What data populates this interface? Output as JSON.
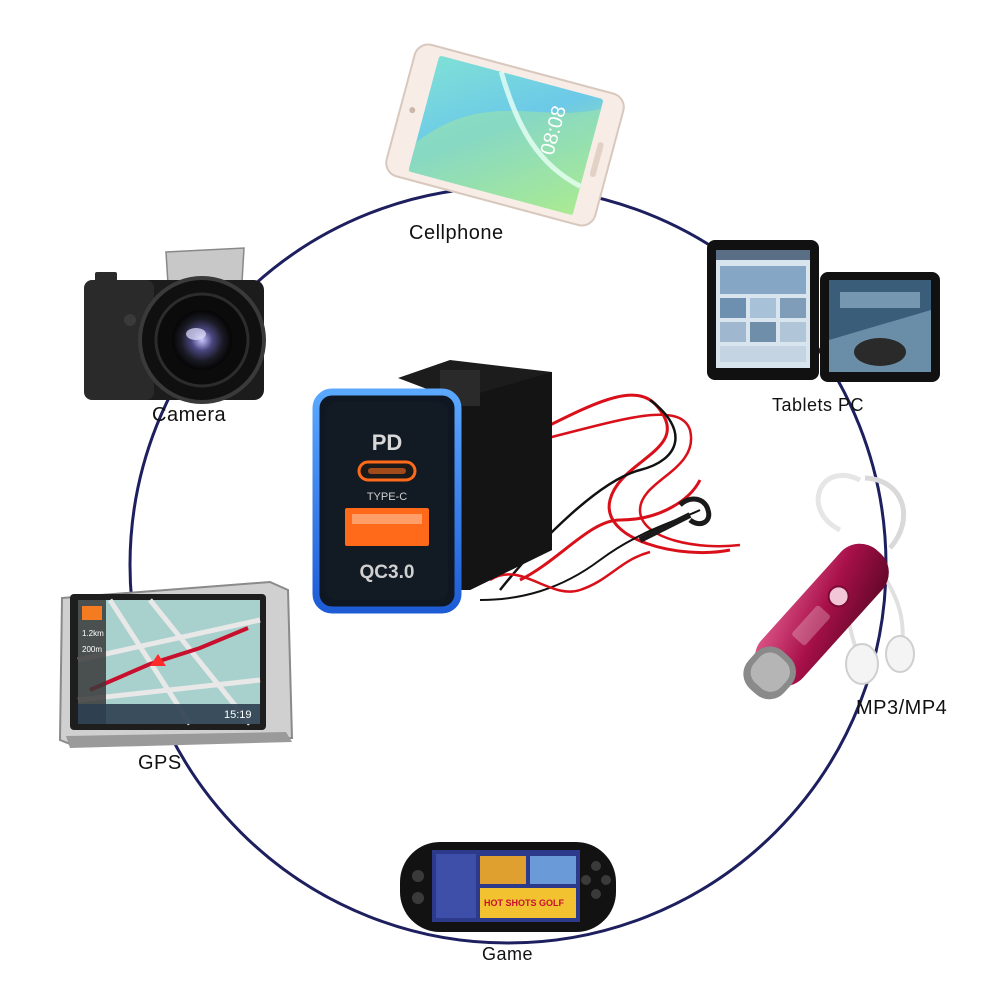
{
  "devices": {
    "cellphone": {
      "label": "Cellphone",
      "screen_time": "08:08"
    },
    "camera": {
      "label": "Camera"
    },
    "tablets": {
      "label": "Tablets PC"
    },
    "gps": {
      "label": "GPS",
      "distance_top": "1.2km",
      "distance_mid": "200m",
      "clock": "15:19"
    },
    "mp3": {
      "label": "MP3/MP4"
    },
    "game": {
      "label": "Game",
      "banner": "HOT SHOTS GOLF"
    }
  },
  "charger": {
    "top_label": "PD",
    "port1_label": "TYPE-C",
    "port2_label": "QC3.0"
  },
  "colors": {
    "ring": "#1d1f5e",
    "charger_glow": "#2f7dff",
    "usb_port": "#ff6a1a",
    "wire_red": "#d9101a",
    "wire_black": "#111111"
  }
}
